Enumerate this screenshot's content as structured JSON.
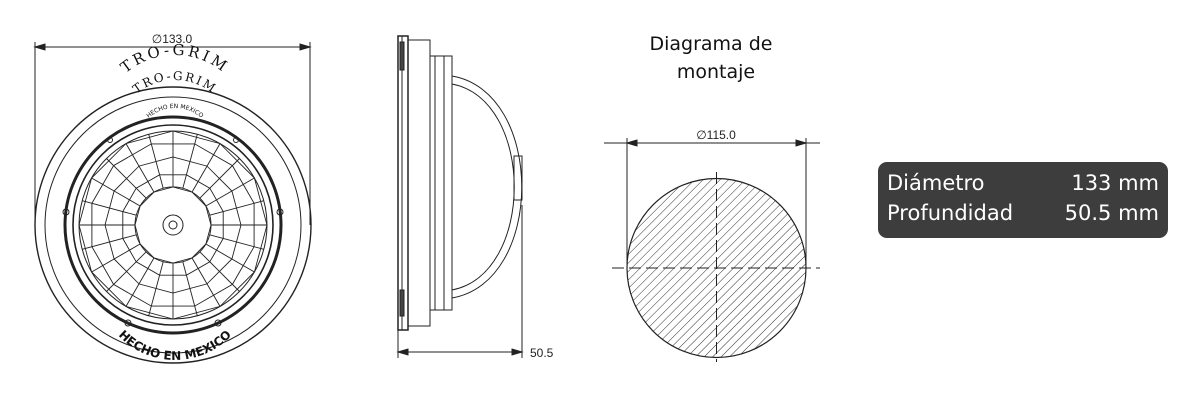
{
  "drawings": {
    "front_view": {
      "diameter_label": "∅133.0",
      "brand_outer": "TRO-GRIM",
      "brand_inner": "TRO-GRIM",
      "made_in_small": "HECHO EN MEXICO",
      "made_in_bottom": "HECHO EN MEXICO"
    },
    "side_view": {
      "depth_label": "50.5"
    },
    "mounting_diagram": {
      "title_line1": "Diagrama de",
      "title_line2": "montaje",
      "cutout_label": "∅115.0"
    }
  },
  "specs": {
    "rows": [
      {
        "label": "Diámetro",
        "value": "133 mm"
      },
      {
        "label": "Profundidad",
        "value": "50.5 mm"
      }
    ]
  },
  "colors": {
    "line": "#222222",
    "spec_background": "#3d3d3d",
    "spec_text": "#ffffff"
  }
}
